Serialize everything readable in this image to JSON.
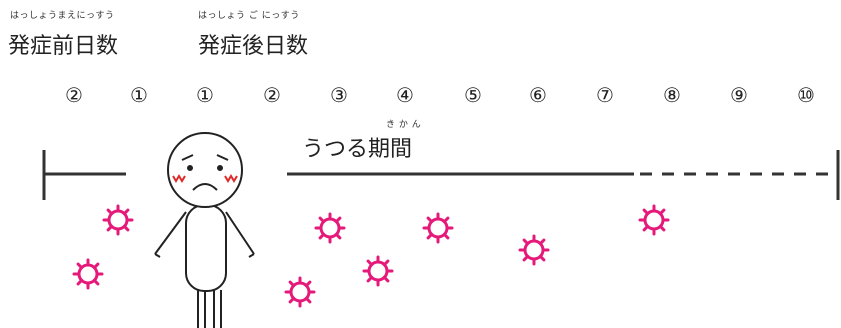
{
  "labels": {
    "before_ruby": "はっしょうまえにっすう",
    "before_text": "発症前日数",
    "after_ruby": "はっしょう ご にっすう",
    "after_text": "発症後日数",
    "period_ruby": "き か ん",
    "period_text": "うつる期間"
  },
  "day_numbers": [
    "②",
    "①",
    "①",
    "②",
    "③",
    "④",
    "⑤",
    "⑥",
    "⑦",
    "⑧",
    "⑨",
    "⑩"
  ],
  "colors": {
    "virus": "#e5197a",
    "line": "#333333",
    "cheek": "#e02a2a"
  }
}
